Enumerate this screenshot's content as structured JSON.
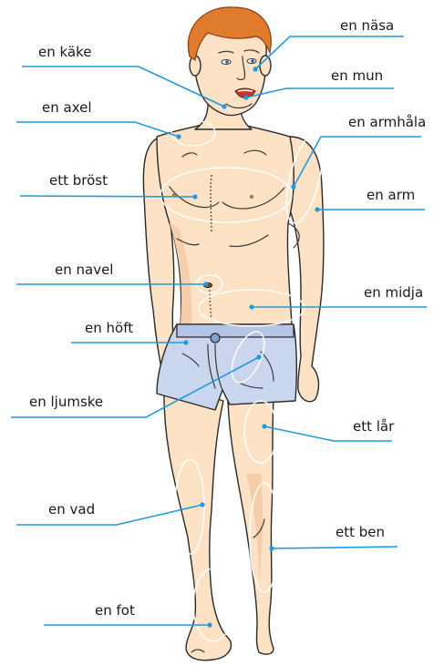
{
  "labels": {
    "nasa": "en näsa",
    "kake": "en käke",
    "mun": "en mun",
    "axel": "en axel",
    "armhala": "en armhåla",
    "brost": "ett bröst",
    "arm": "en arm",
    "navel": "en navel",
    "midja": "en midja",
    "hoft": "en höft",
    "ljumske": "en ljumske",
    "lar": "ett lår",
    "vad": "en vad",
    "ben": "ett ben",
    "fot": "en fot"
  },
  "colors": {
    "leader": "#1e9be0",
    "skin": "#fde2c5",
    "shorts": "#c9d6ee",
    "hair": "#e07a2c"
  }
}
